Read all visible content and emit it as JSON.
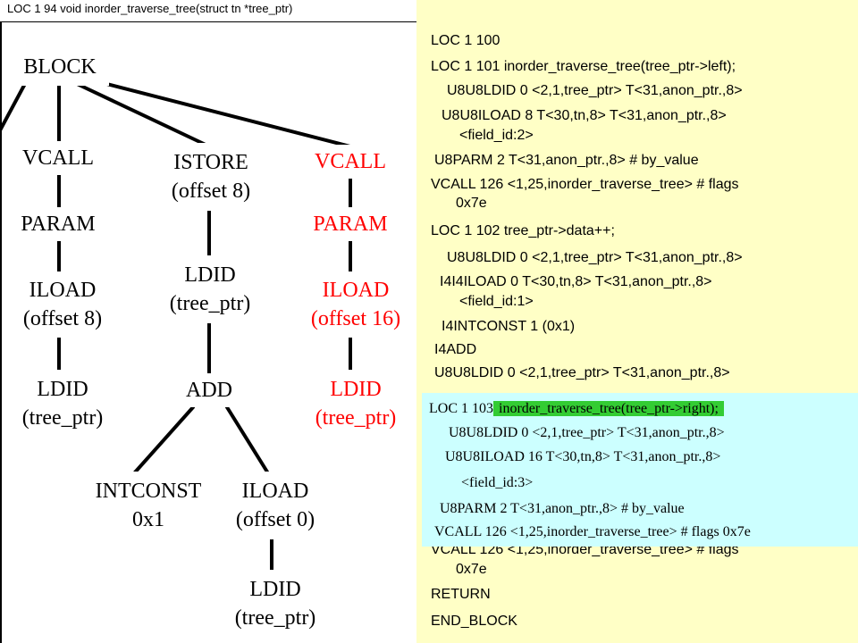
{
  "header": {
    "title": "LOC 1 94 void inorder_traverse_tree(struct tn *tree_ptr)"
  },
  "tree": {
    "block": {
      "line1": "BLOCK"
    },
    "vcall_left": {
      "line1": "VCALL"
    },
    "param_left": {
      "line1": "PARAM"
    },
    "iload_left": {
      "line1": "ILOAD",
      "line2": "(offset 8)"
    },
    "ldid_left": {
      "line1": "LDID",
      "line2": "(tree_ptr)"
    },
    "istore": {
      "line1": "ISTORE",
      "line2": "(offset 8)"
    },
    "ldid_mid": {
      "line1": "LDID",
      "line2": "(tree_ptr)"
    },
    "add": {
      "line1": "ADD"
    },
    "intconst": {
      "line1": "INTCONST",
      "line2": "0x1"
    },
    "iload_mid": {
      "line1": "ILOAD",
      "line2": "(offset 0)"
    },
    "ldid_bottom": {
      "line1": "LDID",
      "line2": "(tree_ptr)"
    },
    "vcall_right": {
      "line1": "VCALL"
    },
    "param_right": {
      "line1": "PARAM"
    },
    "iload_right": {
      "line1": "ILOAD",
      "line2": "(offset 16)"
    },
    "ldid_right": {
      "line1": "LDID",
      "line2": "(tree_ptr)"
    }
  },
  "code": {
    "lines": [
      "LOC 1 100",
      "LOC 1 101   inorder_traverse_tree(tree_ptr->left);",
      "U8U8LDID 0 <2,1,tree_ptr> T<31,anon_ptr.,8>",
      "U8U8ILOAD 8 T<30,tn,8> T<31,anon_ptr.,8>",
      "<field_id:2>",
      "U8PARM 2 T<31,anon_ptr.,8> #  by_value",
      "VCALL 126 <1,25,inorder_traverse_tree> # flags",
      "0x7e",
      "LOC 1 102   tree_ptr->data++;",
      "U8U8LDID 0 <2,1,tree_ptr> T<31,anon_ptr.,8>",
      "I4I4ILOAD 0 T<30,tn,8> T<31,anon_ptr.,8>",
      "<field_id:1>",
      "I4INTCONST 1 (0x1)",
      "I4ADD",
      "U8U8LDID 0 <2,1,tree_ptr> T<31,anon_ptr.,8>",
      "VCALL 126 <1,25,inorder_traverse_tree> # flags",
      "0x7e",
      "RETURN",
      "END_BLOCK"
    ]
  },
  "overlay": {
    "loc_prefix": "LOC 1 103",
    "highlight": "inorder_traverse_tree(tree_ptr->right);",
    "lines": [
      "U8U8LDID 0 <2,1,tree_ptr> T<31,anon_ptr.,8>",
      "U8U8ILOAD 16 T<30,tn,8> T<31,anon_ptr.,8>",
      "<field_id:3>",
      "U8PARM 2 T<31,anon_ptr.,8> #  by_value",
      "VCALL 126 <1,25,inorder_traverse_tree> # flags 0x7e"
    ]
  },
  "colors": {
    "code_bg": "#ffffc6",
    "overlay_bg": "#ccffff",
    "highlight": "#33cc33",
    "emphasis": "#ff0000"
  }
}
